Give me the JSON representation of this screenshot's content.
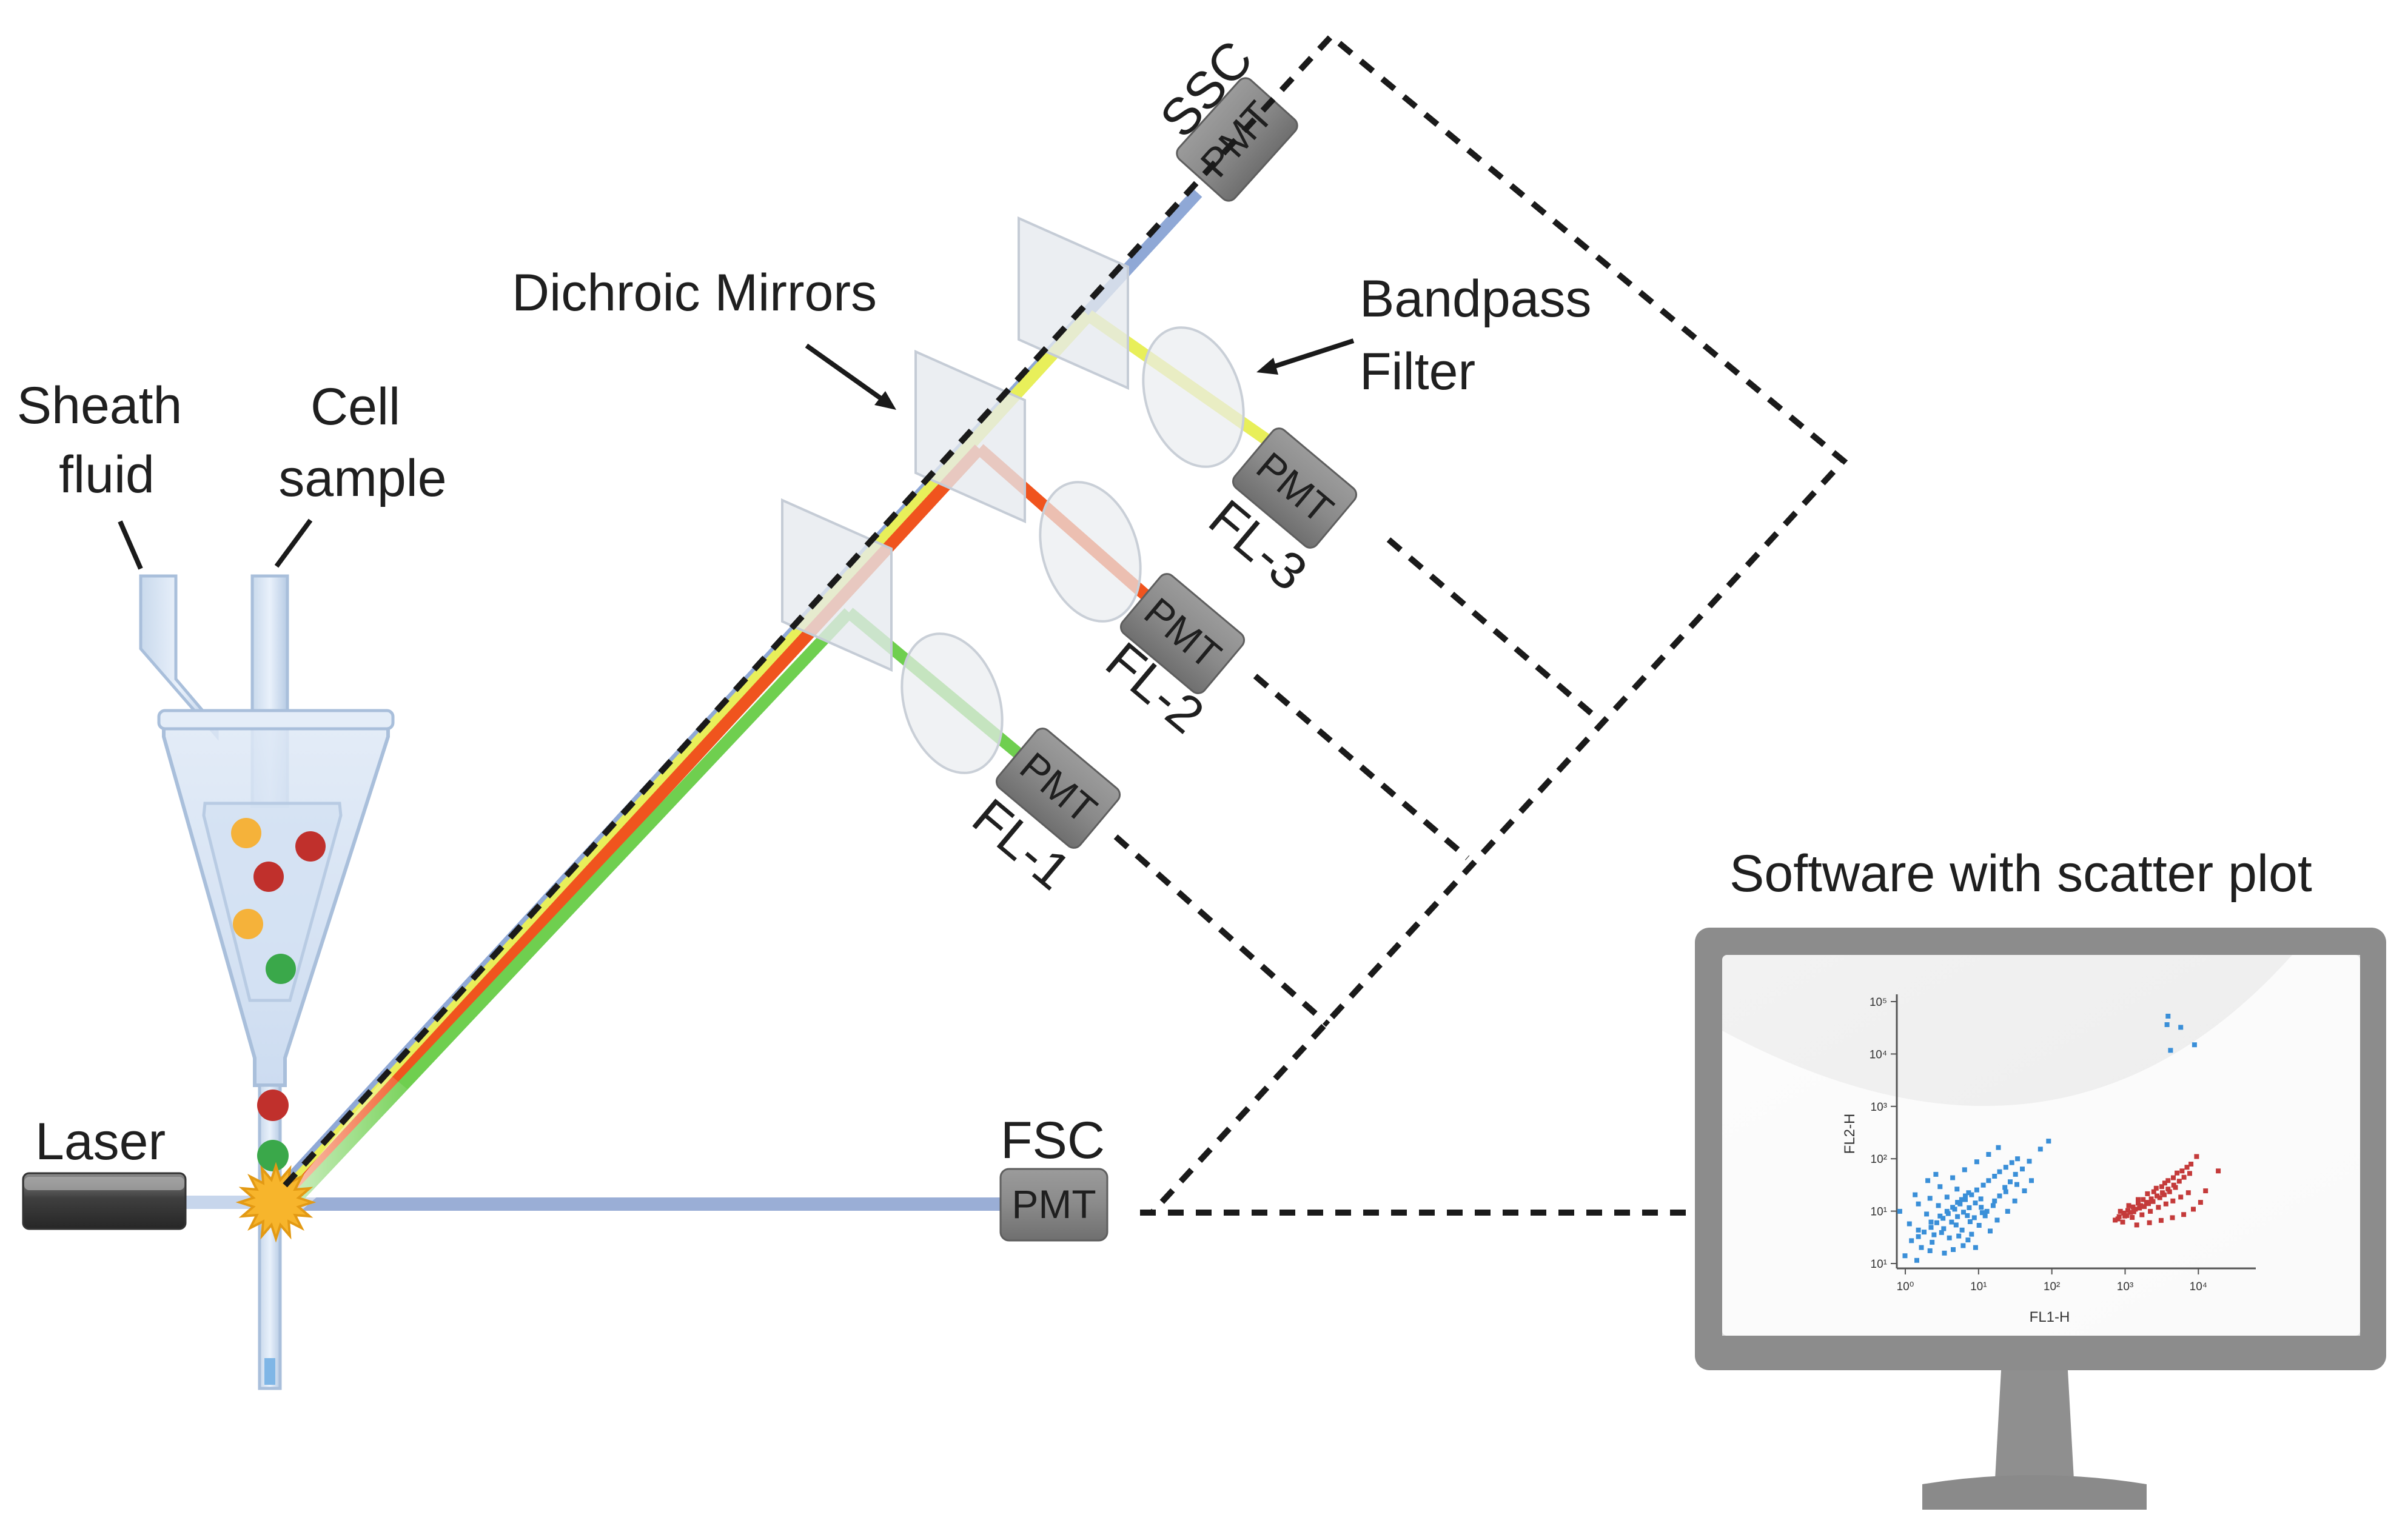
{
  "labels": {
    "sheath_fluid": [
      "Sheath",
      "fluid"
    ],
    "cell_sample": [
      "Cell",
      "sample"
    ],
    "laser": "Laser",
    "dichroic_mirrors": "Dichroic Mirrors",
    "bandpass_filter": [
      "Bandpass",
      "Filter"
    ],
    "ssc": "SSC",
    "fsc": "FSC",
    "pmt": "PMT",
    "fl1": "FL-1",
    "fl2": "FL-2",
    "fl3": "FL-3",
    "software": "Software with scatter plot"
  },
  "colors": {
    "ssc_beam": "#8fa8d6",
    "fsc_beam": "#9aaed6",
    "fl1_beam": "#6fcf4f",
    "fl2_beam": "#f0541e",
    "fl3_beam": "#e8ef5a",
    "pmt_body": "#8c8c8c",
    "dashed": "#1a1a1a",
    "cell_orange": "#f5b23a",
    "cell_red": "#c0302c",
    "cell_green": "#3aa84a",
    "burst": "#f7b52c",
    "scatter_blue": "#3a8fd8",
    "scatter_red": "#c43a3a"
  },
  "chart_data": {
    "type": "scatter",
    "xlabel": "FL1-H",
    "ylabel": "FL2-H",
    "xscale": "log",
    "yscale": "log",
    "xlim": [
      1,
      100000
    ],
    "ylim": [
      1,
      100000
    ],
    "xticks": [
      "10⁰",
      "10¹",
      "10²",
      "10³",
      "10⁴"
    ],
    "yticks": [
      "10¹",
      "10¹",
      "10²",
      "10³",
      "10⁴",
      "10⁵"
    ],
    "series": [
      {
        "color": "#3a8fd8",
        "points": [
          [
            1.6,
            3.2
          ],
          [
            2.0,
            3.8
          ],
          [
            2.4,
            4.6
          ],
          [
            3.0,
            5.6
          ],
          [
            3.6,
            6.8
          ],
          [
            4.4,
            8.2
          ],
          [
            5.2,
            10
          ],
          [
            6.4,
            12
          ],
          [
            7.6,
            15
          ],
          [
            9.0,
            18
          ],
          [
            11,
            22
          ],
          [
            13,
            27
          ],
          [
            16,
            33
          ],
          [
            19,
            40
          ],
          [
            23,
            48
          ],
          [
            27,
            58
          ],
          [
            33,
            70
          ],
          [
            40,
            85
          ],
          [
            48,
            100
          ],
          [
            2.2,
            2.4
          ],
          [
            3.1,
            3.0
          ],
          [
            4.2,
            4.5
          ],
          [
            5.4,
            3.6
          ],
          [
            6.7,
            6.2
          ],
          [
            8.1,
            5.0
          ],
          [
            9.6,
            9.2
          ],
          [
            12,
            8.4
          ],
          [
            15,
            13
          ],
          [
            18,
            11
          ],
          [
            1.5,
            6.5
          ],
          [
            2.6,
            9.8
          ],
          [
            3.8,
            14
          ],
          [
            5.0,
            20
          ],
          [
            6.9,
            28
          ],
          [
            8.4,
            2.6
          ],
          [
            11,
            4.2
          ],
          [
            14,
            6.1
          ],
          [
            17,
            9.1
          ],
          [
            22,
            14
          ],
          [
            27,
            21
          ],
          [
            32,
            30
          ],
          [
            38,
            38
          ],
          [
            45,
            52
          ],
          [
            56,
            65
          ],
          [
            70,
            90
          ],
          [
            1.3,
            1.7
          ],
          [
            1.9,
            1.4
          ],
          [
            2.9,
            2.1
          ],
          [
            4.6,
            1.9
          ],
          [
            6.1,
            2.2
          ],
          [
            9.8,
            3.3
          ],
          [
            12.5,
            2.4
          ],
          [
            20,
            4.8
          ],
          [
            25,
            7.6
          ],
          [
            35,
            11
          ],
          [
            44,
            17
          ],
          [
            60,
            26
          ],
          [
            75,
            40
          ],
          [
            4.0,
            31
          ],
          [
            6.0,
            45
          ],
          [
            8.8,
            63
          ],
          [
            13,
            88
          ],
          [
            19,
            120
          ],
          [
            26,
            160
          ],
          [
            1.8,
            22
          ],
          [
            2.7,
            40
          ],
          [
            3.5,
            52
          ],
          [
            100,
            150
          ],
          [
            130,
            210
          ],
          [
            1.1,
            11
          ],
          [
            2.0,
            15
          ],
          [
            2.9,
            19
          ],
          [
            7.3,
            3.9
          ],
          [
            10.5,
            7.1
          ],
          [
            15.5,
            10.4
          ],
          [
            23,
            17
          ],
          [
            33,
            25
          ],
          [
            47,
            34
          ],
          [
            2,
            5
          ],
          [
            3,
            7
          ],
          [
            4,
            9
          ],
          [
            5,
            11
          ],
          [
            6,
            13
          ],
          [
            7,
            16
          ],
          [
            8,
            18
          ],
          [
            9,
            21
          ],
          [
            10,
            24
          ],
          [
            3.3,
            4.1
          ],
          [
            4.5,
            5.3
          ],
          [
            5.8,
            7.0
          ],
          [
            7.0,
            8.8
          ],
          [
            8.5,
            10.6
          ],
          [
            10.2,
            12.8
          ],
          [
            12.4,
            15.6
          ],
          [
            14.8,
            18.5
          ],
          [
            6000,
            40000
          ],
          [
            9000,
            25000
          ],
          [
            6500,
            9500
          ],
          [
            14000,
            12000
          ],
          [
            5800,
            28000
          ]
        ]
      },
      {
        "color": "#c43a3a",
        "points": [
          [
            1200,
            8
          ],
          [
            1500,
            9
          ],
          [
            1800,
            10.5
          ],
          [
            2100,
            12
          ],
          [
            2500,
            14
          ],
          [
            3000,
            16
          ],
          [
            3500,
            18.5
          ],
          [
            4200,
            21
          ],
          [
            5000,
            24
          ],
          [
            6000,
            28
          ],
          [
            7200,
            33
          ],
          [
            8600,
            39
          ],
          [
            10000,
            46
          ],
          [
            12000,
            54
          ],
          [
            1400,
            7
          ],
          [
            1900,
            8.5
          ],
          [
            2600,
            9.5
          ],
          [
            3400,
            11
          ],
          [
            4400,
            13
          ],
          [
            5600,
            15
          ],
          [
            7000,
            17
          ],
          [
            9000,
            20
          ],
          [
            11500,
            24
          ],
          [
            1300,
            11
          ],
          [
            1700,
            14
          ],
          [
            2300,
            18
          ],
          [
            3100,
            23
          ],
          [
            4100,
            29
          ],
          [
            5400,
            36
          ],
          [
            7100,
            45
          ],
          [
            9400,
            60
          ],
          [
            12500,
            80
          ],
          [
            15000,
            110
          ],
          [
            2200,
            6.2
          ],
          [
            3300,
            6.8
          ],
          [
            4800,
            7.5
          ],
          [
            6900,
            8.4
          ],
          [
            9900,
            9.6
          ],
          [
            13500,
            12
          ],
          [
            17000,
            16
          ],
          [
            20000,
            26
          ],
          [
            8000,
            55
          ],
          [
            11000,
            70
          ],
          [
            6000,
            40
          ],
          [
            30000,
            60
          ],
          [
            1600,
            9.2
          ],
          [
            2000,
            10.8
          ],
          [
            2400,
            12.6
          ],
          [
            2800,
            13.4
          ],
          [
            3200,
            15.2
          ],
          [
            3700,
            16.6
          ],
          [
            4600,
            19.5
          ],
          [
            5300,
            22
          ],
          [
            6300,
            25
          ],
          [
            7600,
            30
          ],
          [
            1100,
            7.6
          ],
          [
            1250,
            8.8
          ],
          [
            1450,
            10.2
          ],
          [
            1650,
            11.4
          ],
          [
            1950,
            13.2
          ],
          [
            2300,
            15.5
          ],
          [
            2700,
            18
          ],
          [
            3800,
            25
          ],
          [
            4900,
            31
          ]
        ]
      }
    ]
  }
}
